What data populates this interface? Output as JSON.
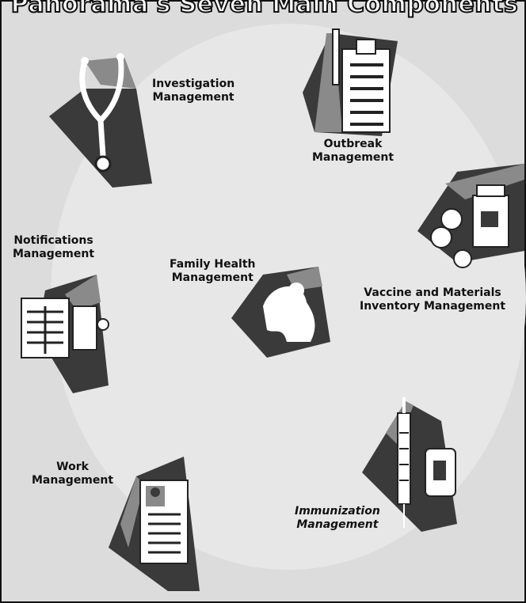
{
  "title": "Panorama's Seven Main Components",
  "components": [
    {
      "line1": "Investigation",
      "line2": "Management",
      "icon": "stethoscope-icon"
    },
    {
      "line1": "Outbreak",
      "line2": "Management",
      "icon": "clipboard-thermometer-icon"
    },
    {
      "line1": "Vaccine and Materials",
      "line2": "Inventory Management",
      "icon": "pill-bottle-icon"
    },
    {
      "line1": "Immunization",
      "line2": "Management",
      "icon": "syringe-vial-icon"
    },
    {
      "line1": "Work",
      "line2": "Management",
      "icon": "profile-document-icon"
    },
    {
      "line1": "Notifications",
      "line2": "Management",
      "icon": "documents-icon"
    },
    {
      "line1": "Family Health",
      "line2": "Management",
      "icon": "family-icon"
    }
  ],
  "colors": {
    "background": "#dcdcdc",
    "shape_dark": "#3a3a3a",
    "shape_mid": "#8a8a8a",
    "shape_light": "#ffffff"
  }
}
